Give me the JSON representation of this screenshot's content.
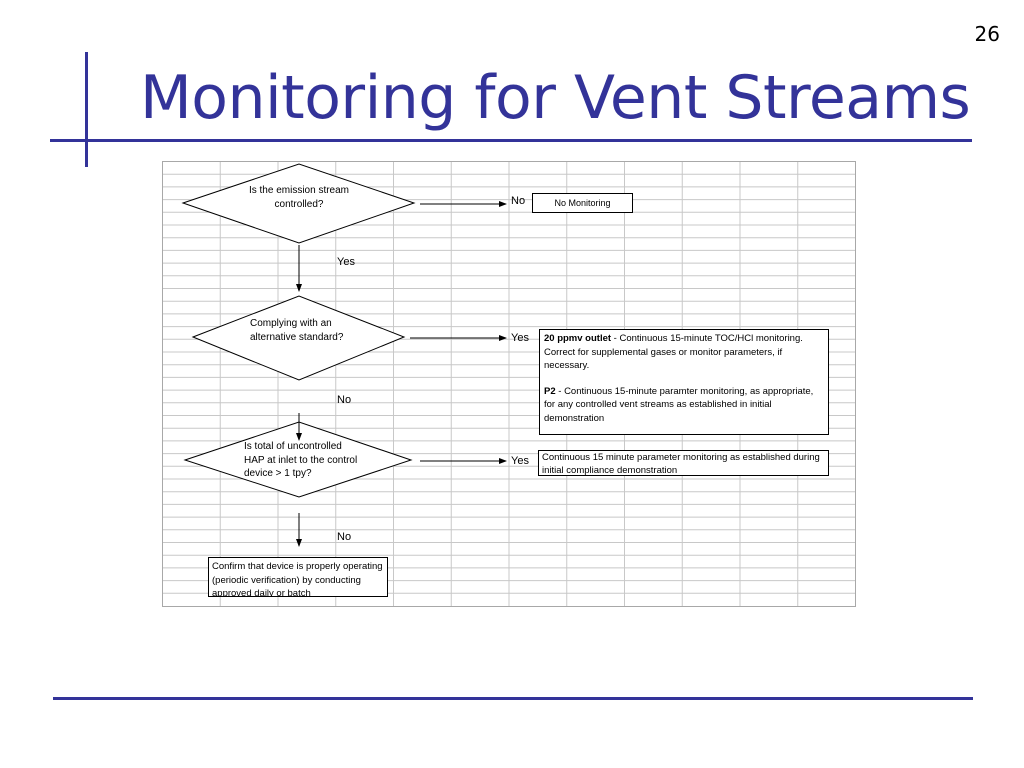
{
  "slide": {
    "number": "26",
    "title": "Monitoring for Vent Streams"
  },
  "flowchart": {
    "decisions": [
      {
        "id": "q1",
        "text": [
          "Is the emission stream",
          "controlled?"
        ]
      },
      {
        "id": "q2",
        "text": [
          "Complying with an",
          "alternative standard?"
        ]
      },
      {
        "id": "q3",
        "text": [
          "Is total of uncontrolled",
          "HAP at inlet to the control",
          "device > 1 tpy?"
        ]
      }
    ],
    "branch_labels": {
      "q1_right": "No",
      "q1_down": "Yes",
      "q2_right": "Yes",
      "q2_down": "No",
      "q3_right": "Yes",
      "q3_down": "No"
    },
    "outcomes": {
      "no_monitoring": "No Monitoring",
      "alt_standard": {
        "p1_bold": "20 ppmv outlet",
        "p1_rest": " - Continuous 15-minute TOC/HCl monitoring. Correct for supplemental gases or monitor parameters, if necessary.",
        "p2_bold": "P2",
        "p2_rest": " - Continuous 15-minute paramter monitoring, as appropriate, for any controlled vent streams as established in initial demonstration"
      },
      "parameter_monitoring": "Continuous 15 minute parameter monitoring as established during initial compliance demonstration",
      "confirm_device": "Confirm that device is properly operating (periodic verification) by conducting approved daily or batch"
    }
  },
  "colors": {
    "accent": "#333399",
    "grid": "#c8c8c8",
    "line": "#000000"
  }
}
